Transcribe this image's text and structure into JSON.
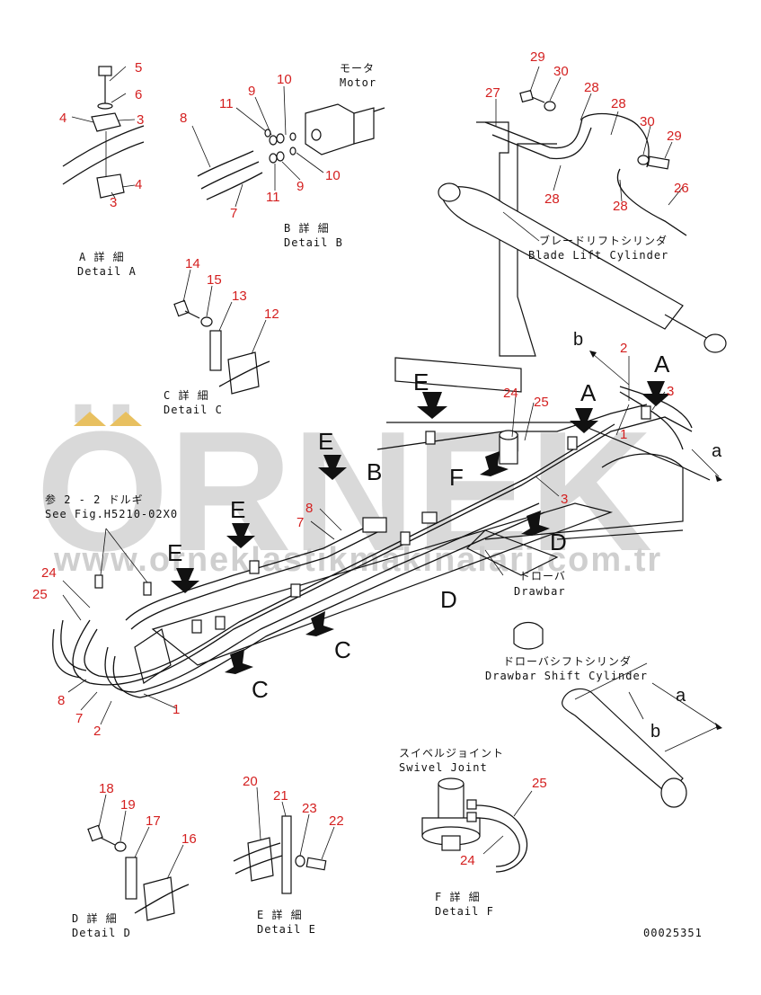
{
  "watermark": {
    "brand": "ÖRNEK",
    "url": "www.orneklastikmakinalari.com.tr"
  },
  "drawing_number": "00025351",
  "details": {
    "A": {
      "jp": "A 詳 細",
      "en": "Detail A"
    },
    "B": {
      "jp": "B 詳 細",
      "en": "Detail B"
    },
    "C": {
      "jp": "C 詳 細",
      "en": "Detail C"
    },
    "D": {
      "jp": "D 詳 細",
      "en": "Detail D"
    },
    "E": {
      "jp": "E 詳 細",
      "en": "Detail E"
    },
    "F": {
      "jp": "F 詳 細",
      "en": "Detail F"
    }
  },
  "components": {
    "motor": {
      "jp": "モータ",
      "en": "Motor"
    },
    "blade_lift": {
      "jp": "ブレードリフトシリンダ",
      "en": "Blade Lift Cylinder"
    },
    "drawbar": {
      "jp": "ドローバ",
      "en": "Drawbar"
    },
    "drawbar_shift": {
      "jp": "ドローバシフトシリンダ",
      "en": "Drawbar Shift Cylinder"
    },
    "swivel": {
      "jp": "スイベルジョイント",
      "en": "Swivel Joint"
    },
    "see_ref": {
      "jp": "参 2 - 2 ドルギ",
      "en": "See Fig.H5210-02X0"
    }
  },
  "view_letters": {
    "A": "A",
    "B": "B",
    "C": "C",
    "D": "D",
    "E": "E",
    "F": "F",
    "a": "a",
    "b": "b"
  },
  "part_numbers": {
    "p1": "1",
    "p2": "2",
    "p3": "3",
    "p4": "4",
    "p5": "5",
    "p6": "6",
    "p7": "7",
    "p8": "8",
    "p9": "9",
    "p10": "10",
    "p11": "11",
    "p12": "12",
    "p13": "13",
    "p14": "14",
    "p15": "15",
    "p16": "16",
    "p17": "17",
    "p18": "18",
    "p19": "19",
    "p20": "20",
    "p21": "21",
    "p22": "22",
    "p23": "23",
    "p24": "24",
    "p25": "25",
    "p26": "26",
    "p27": "27",
    "p28": "28",
    "p29": "29",
    "p30": "30"
  }
}
